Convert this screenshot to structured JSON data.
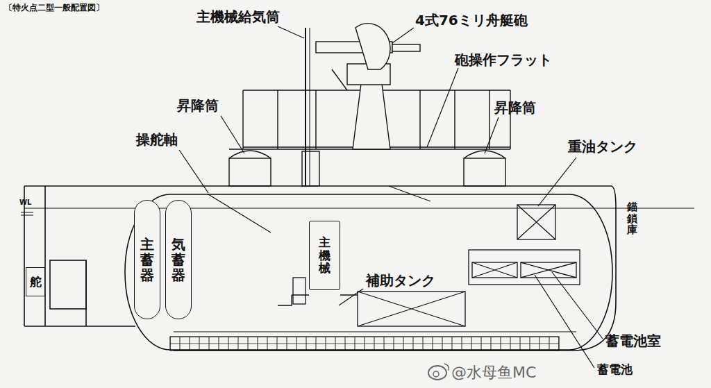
{
  "diagram": {
    "title": "〔特火点二型一般配置図〕",
    "nodes": [
      {
        "text": [
          "主蓄器"
        ]
      },
      {
        "text": [
          "気蓄器"
        ]
      },
      {
        "text": [
          "主機械"
        ]
      },
      {
        "text": [
          "舵"
        ]
      }
    ],
    "labels": [
      "主機械給気筒",
      "4式76ミリ舟艇砲",
      "砲操作フラット",
      "昇降筒",
      "昇降筒",
      "操舵軸",
      "重油タンク",
      "WL",
      "補助タンク",
      "蓄電池室",
      "蓄電池",
      "錨鎖庫",
      "@水母鱼MC"
    ]
  }
}
